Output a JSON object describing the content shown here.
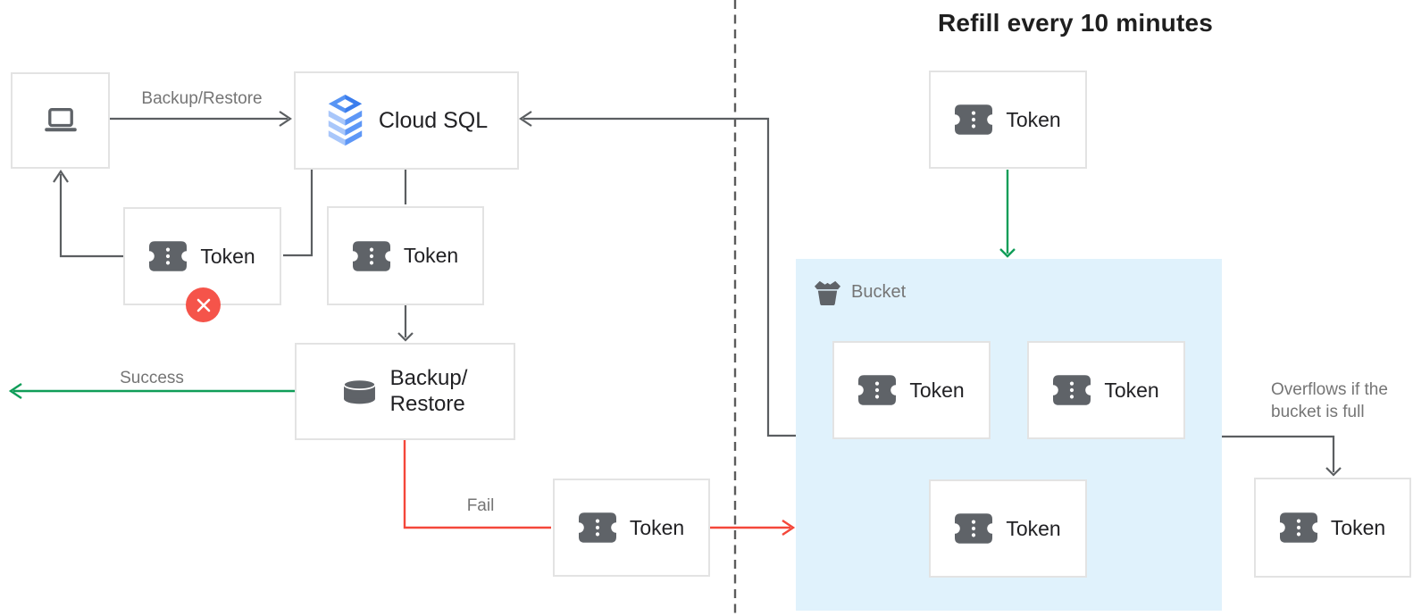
{
  "title": "Refill every 10 minutes",
  "labels": {
    "token": "Token",
    "cloud_sql": "Cloud SQL",
    "backup_line1": "Backup/",
    "backup_line2": "Restore",
    "bucket": "Bucket"
  },
  "edge_labels": {
    "backup_restore": "Backup/Restore",
    "success": "Success",
    "fail": "Fail",
    "overflow": "Overflows if the bucket is full"
  },
  "icons": {
    "laptop": "laptop-icon",
    "cloud_sql": "cloud-sql-icon",
    "database": "database-icon",
    "token": "token-ticket-icon",
    "bucket": "bucket-icon",
    "fail_badge": "error-x-icon"
  },
  "colors": {
    "green": "#0F9D58",
    "red": "#F4473A",
    "line_dark": "#5B5E61",
    "bucket_fill": "#E0F2FC",
    "icon_gray": "#5F6368",
    "label_gray": "#757575",
    "text_dark": "#212124",
    "box_border": "#E3E3E3",
    "badge_red": "#F5544A"
  }
}
